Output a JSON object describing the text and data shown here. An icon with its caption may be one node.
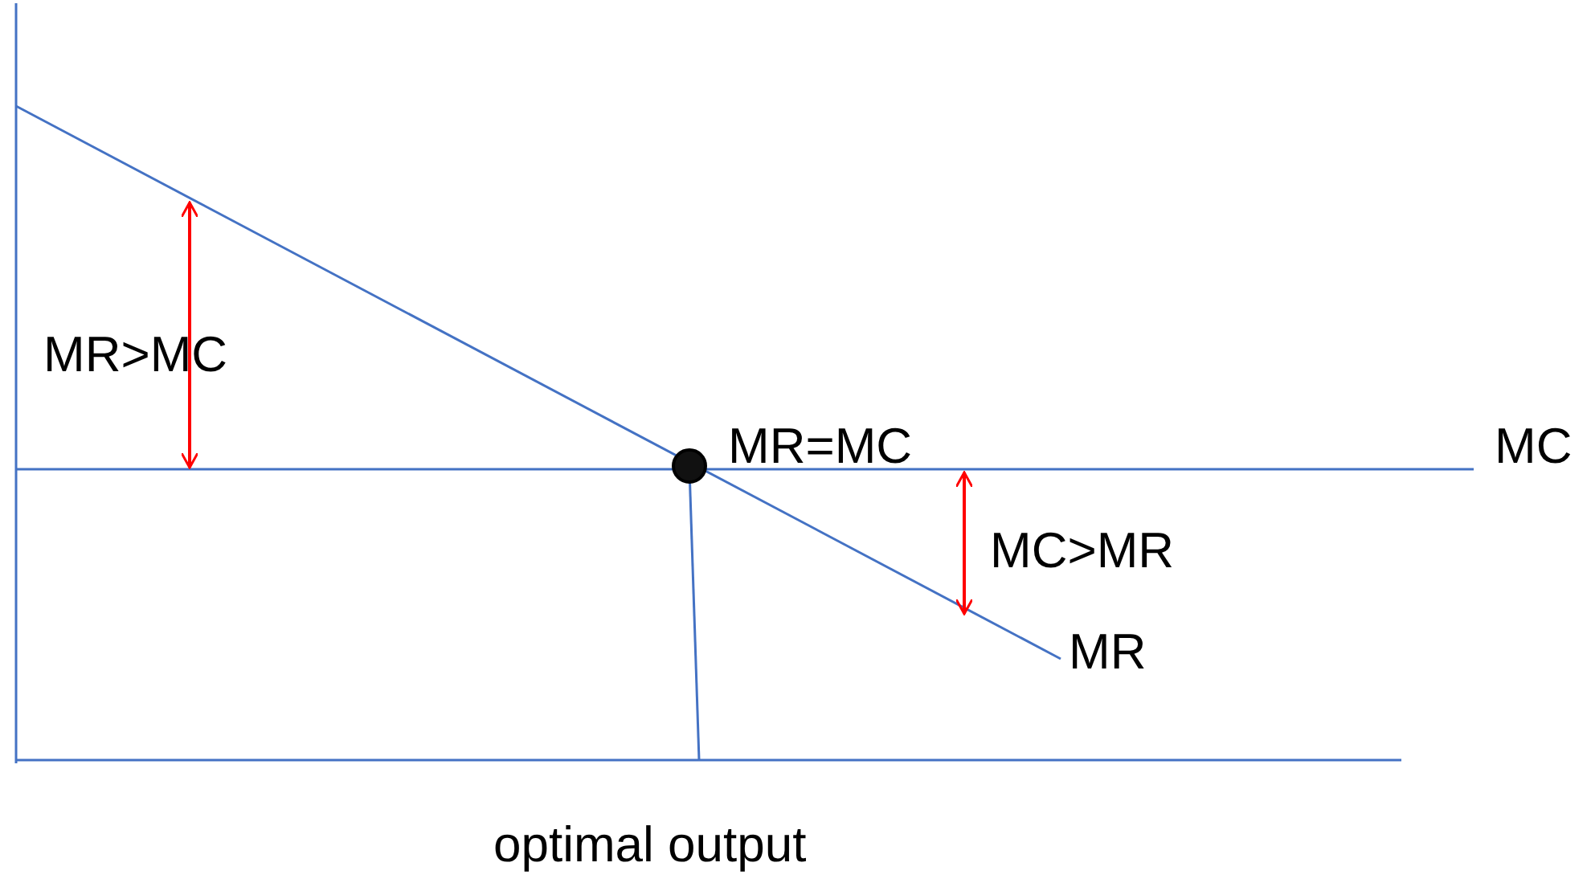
{
  "diagram": {
    "labels": [
      "MR>MC",
      "MR=MC",
      "MC",
      "MC>MR",
      "MR",
      "optimal output"
    ]
  }
}
